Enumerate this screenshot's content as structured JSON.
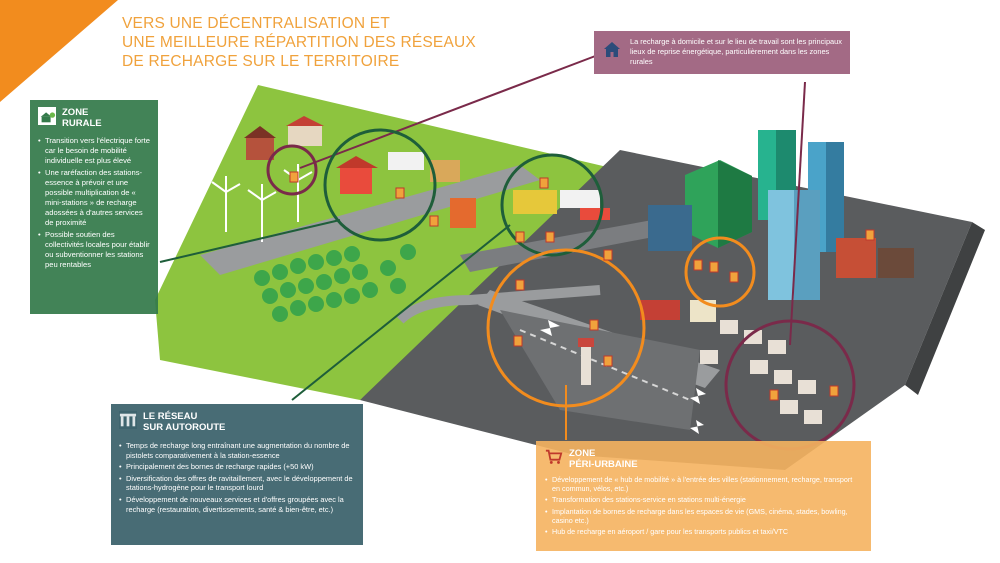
{
  "title": {
    "line1": "VERS UNE DÉCENTRALISATION ET",
    "line2": "UNE MEILLEURE RÉPARTITION DES RÉSEAUX",
    "line3": "DE RECHARGE SUR LE TERRITOIRE"
  },
  "colors": {
    "title": "#f0a23c",
    "rural_panel": "#347a4a",
    "autoroute_panel": "#3e646e",
    "periurbain_panel": "#f5b25f",
    "home_panel": "#a36a85",
    "corner_triangle": "#f28c1e",
    "grass": "#8dc43f",
    "asphalt": "#5a5c5e"
  },
  "panels": {
    "rural": {
      "icon": "house-tree-icon",
      "title1": "ZONE",
      "title2": "RURALE",
      "items": [
        "Transition vers l'électrique forte car le besoin de mobilité individuelle est plus élevé",
        "Une raréfaction des stations-essence à prévoir et une possible multiplication de « mini-stations » de recharge adossées à d'autres services de proximité",
        "Possible soutien des collectivités locales pour établir ou subventionner les stations peu rentables"
      ]
    },
    "autoroute": {
      "icon": "highway-toll-icon",
      "title1": "LE RÉSEAU",
      "title2": "SUR AUTOROUTE",
      "items": [
        "Temps de recharge long entraînant une augmentation du nombre de pistolets comparativement à la station-essence",
        "Principalement des bornes de recharge rapides (+50 kW)",
        "Diversification des offres de ravitaillement, avec le développement de stations-hydrogène pour le transport lourd",
        "Développement de nouveaux services et d'offres groupées avec la recharge (restauration, divertissements, santé & bien-être, etc.)"
      ]
    },
    "periurbain": {
      "icon": "shopping-cart-icon",
      "title1": "ZONE",
      "title2": "PÉRI-URBAINE",
      "items": [
        "Développement de « hub de mobilité » à l'entrée des villes (stationnement, recharge, transport en commun, vélos, etc.)",
        "Transformation des stations-service en stations multi-énergie",
        "Implantation de bornes de recharge dans les espaces de vie (GMS, cinéma, stades, bowling, casino etc.)",
        "Hub de recharge en aéroport / gare pour les transports publics et taxi/VTC"
      ]
    },
    "home": {
      "icon": "home-icon",
      "text": "La recharge à domicile et sur le lieu de travail sont les principaux lieux de reprise énergétique, particulièrement dans les zones rurales"
    }
  }
}
